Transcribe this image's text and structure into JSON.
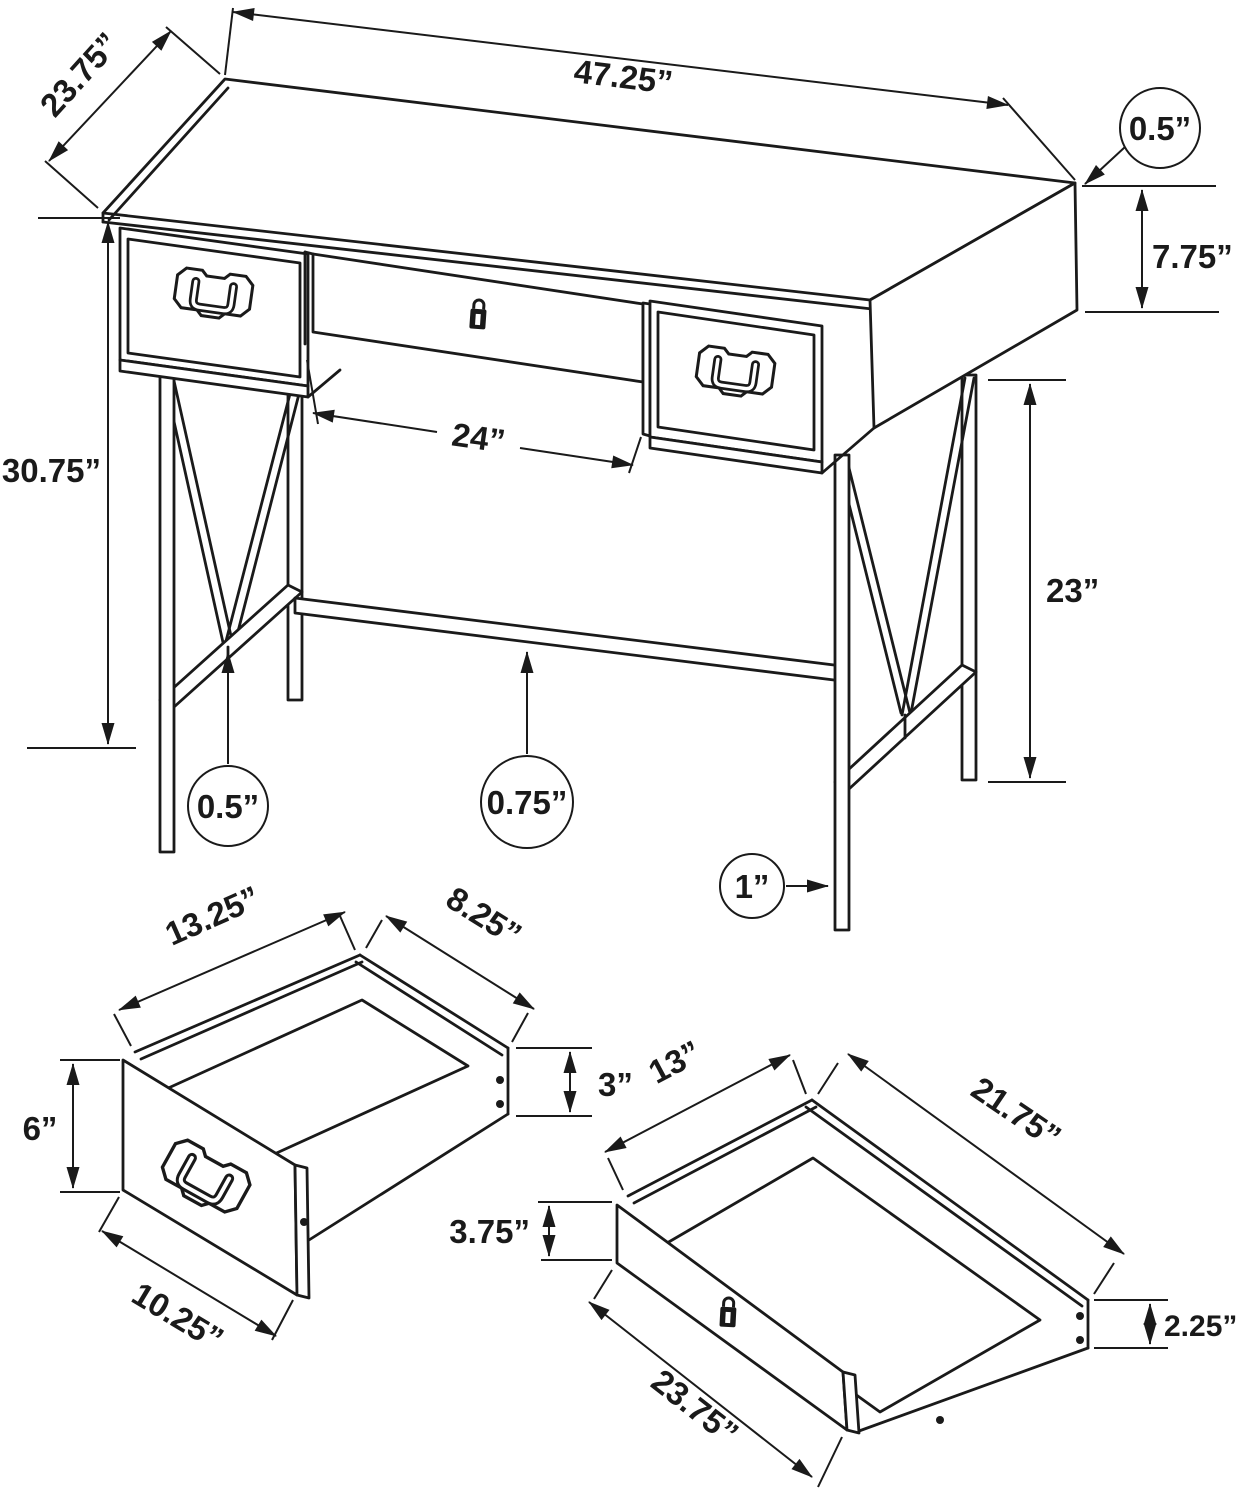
{
  "diagram": {
    "background": "#ffffff",
    "line_color": "#1a1a1a",
    "desk": {
      "top_width": "47.25”",
      "top_depth": "23.75”",
      "top_thickness": "0.5”",
      "apron_height": "7.75”",
      "overall_height": "30.75”",
      "knee_clearance_width": "24”",
      "leg_height": "23”",
      "stretcher_thickness": "0.75”",
      "v_bar_thickness": "0.5”",
      "leg_frame_thickness": "1”"
    },
    "small_drawer": {
      "interior_depth": "13.25”",
      "interior_width": "8.25”",
      "interior_height": "3”",
      "front_height": "6”",
      "front_width": "10.25”"
    },
    "large_drawer": {
      "interior_depth": "13”",
      "interior_width": "21.75”",
      "front_height": "3.75”",
      "side_height": "2.25”",
      "front_width": "23.75”"
    }
  }
}
